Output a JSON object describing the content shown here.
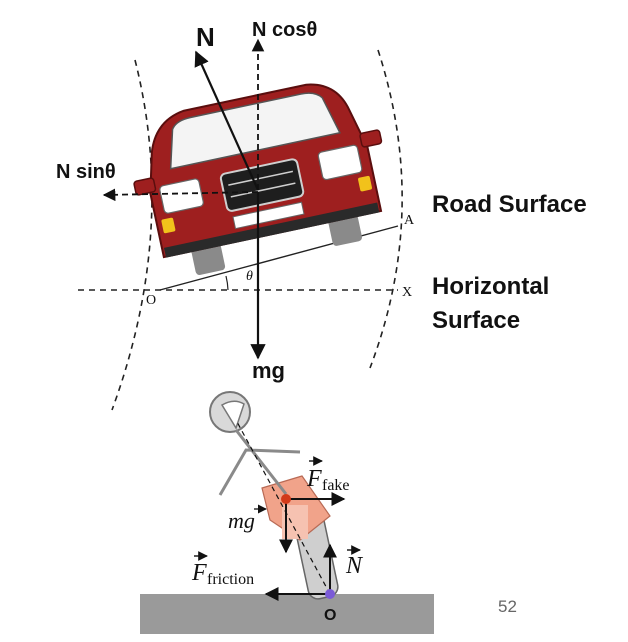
{
  "car_diagram": {
    "force_normal": "N",
    "force_vertical": "N cosθ",
    "force_horizontal": "N sinθ",
    "force_weight": "mg",
    "road_surface_label": "Road Surface",
    "horizontal_surface_line1": "Horizontal",
    "horizontal_surface_line2": "Surface",
    "point_a": "A",
    "point_x": "X",
    "point_o": "O",
    "angle": "θ"
  },
  "bike_diagram": {
    "fake_force_symbol": "F",
    "fake_force_sub": "fake",
    "weight_symbol": "mg",
    "normal_symbol": "N",
    "friction_symbol": "F",
    "friction_sub": "friction",
    "origin": "O"
  },
  "slide_number": "52",
  "colors": {
    "car_body": "#9e1f1f",
    "pivot_dot": "#7b5bd6",
    "cm_dot": "#d23a1a",
    "ground": "#9a9a9a"
  }
}
